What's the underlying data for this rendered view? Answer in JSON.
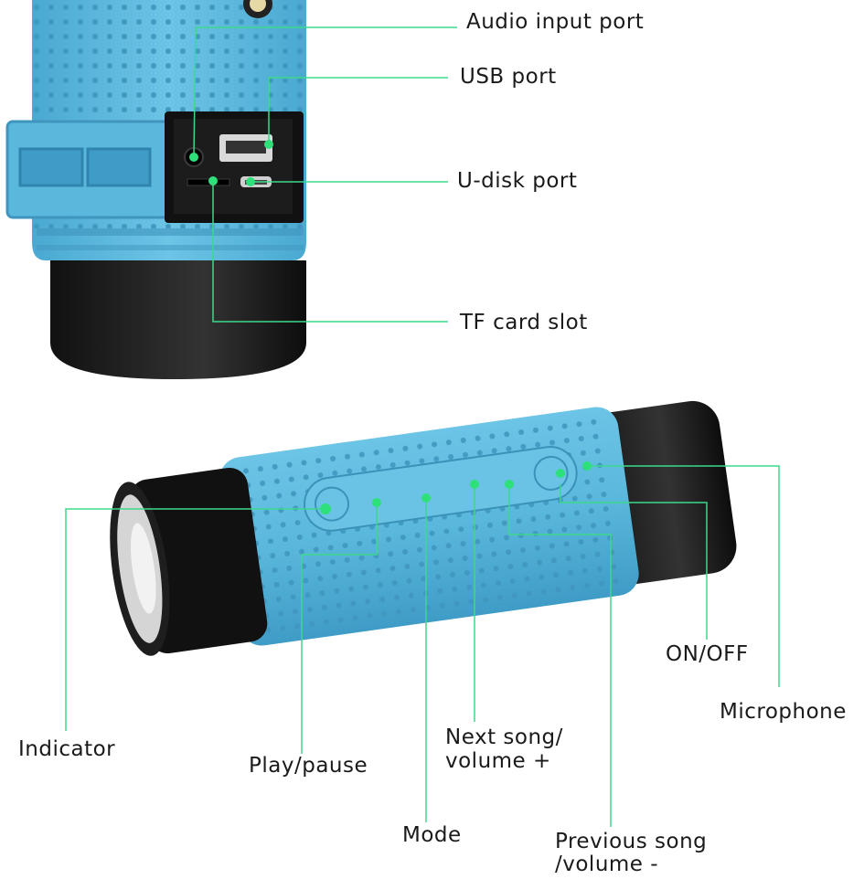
{
  "accent_color": "#2ee07a",
  "product_color": "#5ab8dc",
  "labels": {
    "audio_input_port": "Audio input port",
    "usb_port": "USB port",
    "u_disk_port": "U-disk port",
    "tf_card_slot": "TF card slot",
    "on_off": "ON/OFF",
    "microphone": "Microphone",
    "indicator": "Indicator",
    "play_pause": "Play/pause",
    "next_song_line1": "Next song/",
    "next_song_line2": "volume +",
    "mode": "Mode",
    "previous_song_line1": "Previous song",
    "previous_song_line2": "/volume -"
  }
}
